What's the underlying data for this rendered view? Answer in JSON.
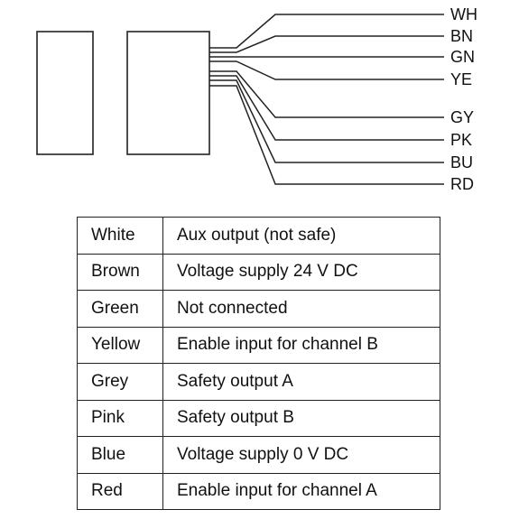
{
  "diagram": {
    "wires": [
      {
        "code": "WH"
      },
      {
        "code": "BN"
      },
      {
        "code": "GN"
      },
      {
        "code": "YE"
      },
      {
        "code": "GY"
      },
      {
        "code": "PK"
      },
      {
        "code": "BU"
      },
      {
        "code": "RD"
      }
    ]
  },
  "table": {
    "rows": [
      {
        "color": "White",
        "function": "Aux output (not safe)"
      },
      {
        "color": "Brown",
        "function": "Voltage supply 24 V DC"
      },
      {
        "color": "Green",
        "function": "Not connected"
      },
      {
        "color": "Yellow",
        "function": "Enable input for channel B"
      },
      {
        "color": "Grey",
        "function": "Safety output A"
      },
      {
        "color": "Pink",
        "function": "Safety output B"
      },
      {
        "color": "Blue",
        "function": "Voltage supply 0 V DC"
      },
      {
        "color": "Red",
        "function": "Enable input for channel A"
      }
    ]
  }
}
